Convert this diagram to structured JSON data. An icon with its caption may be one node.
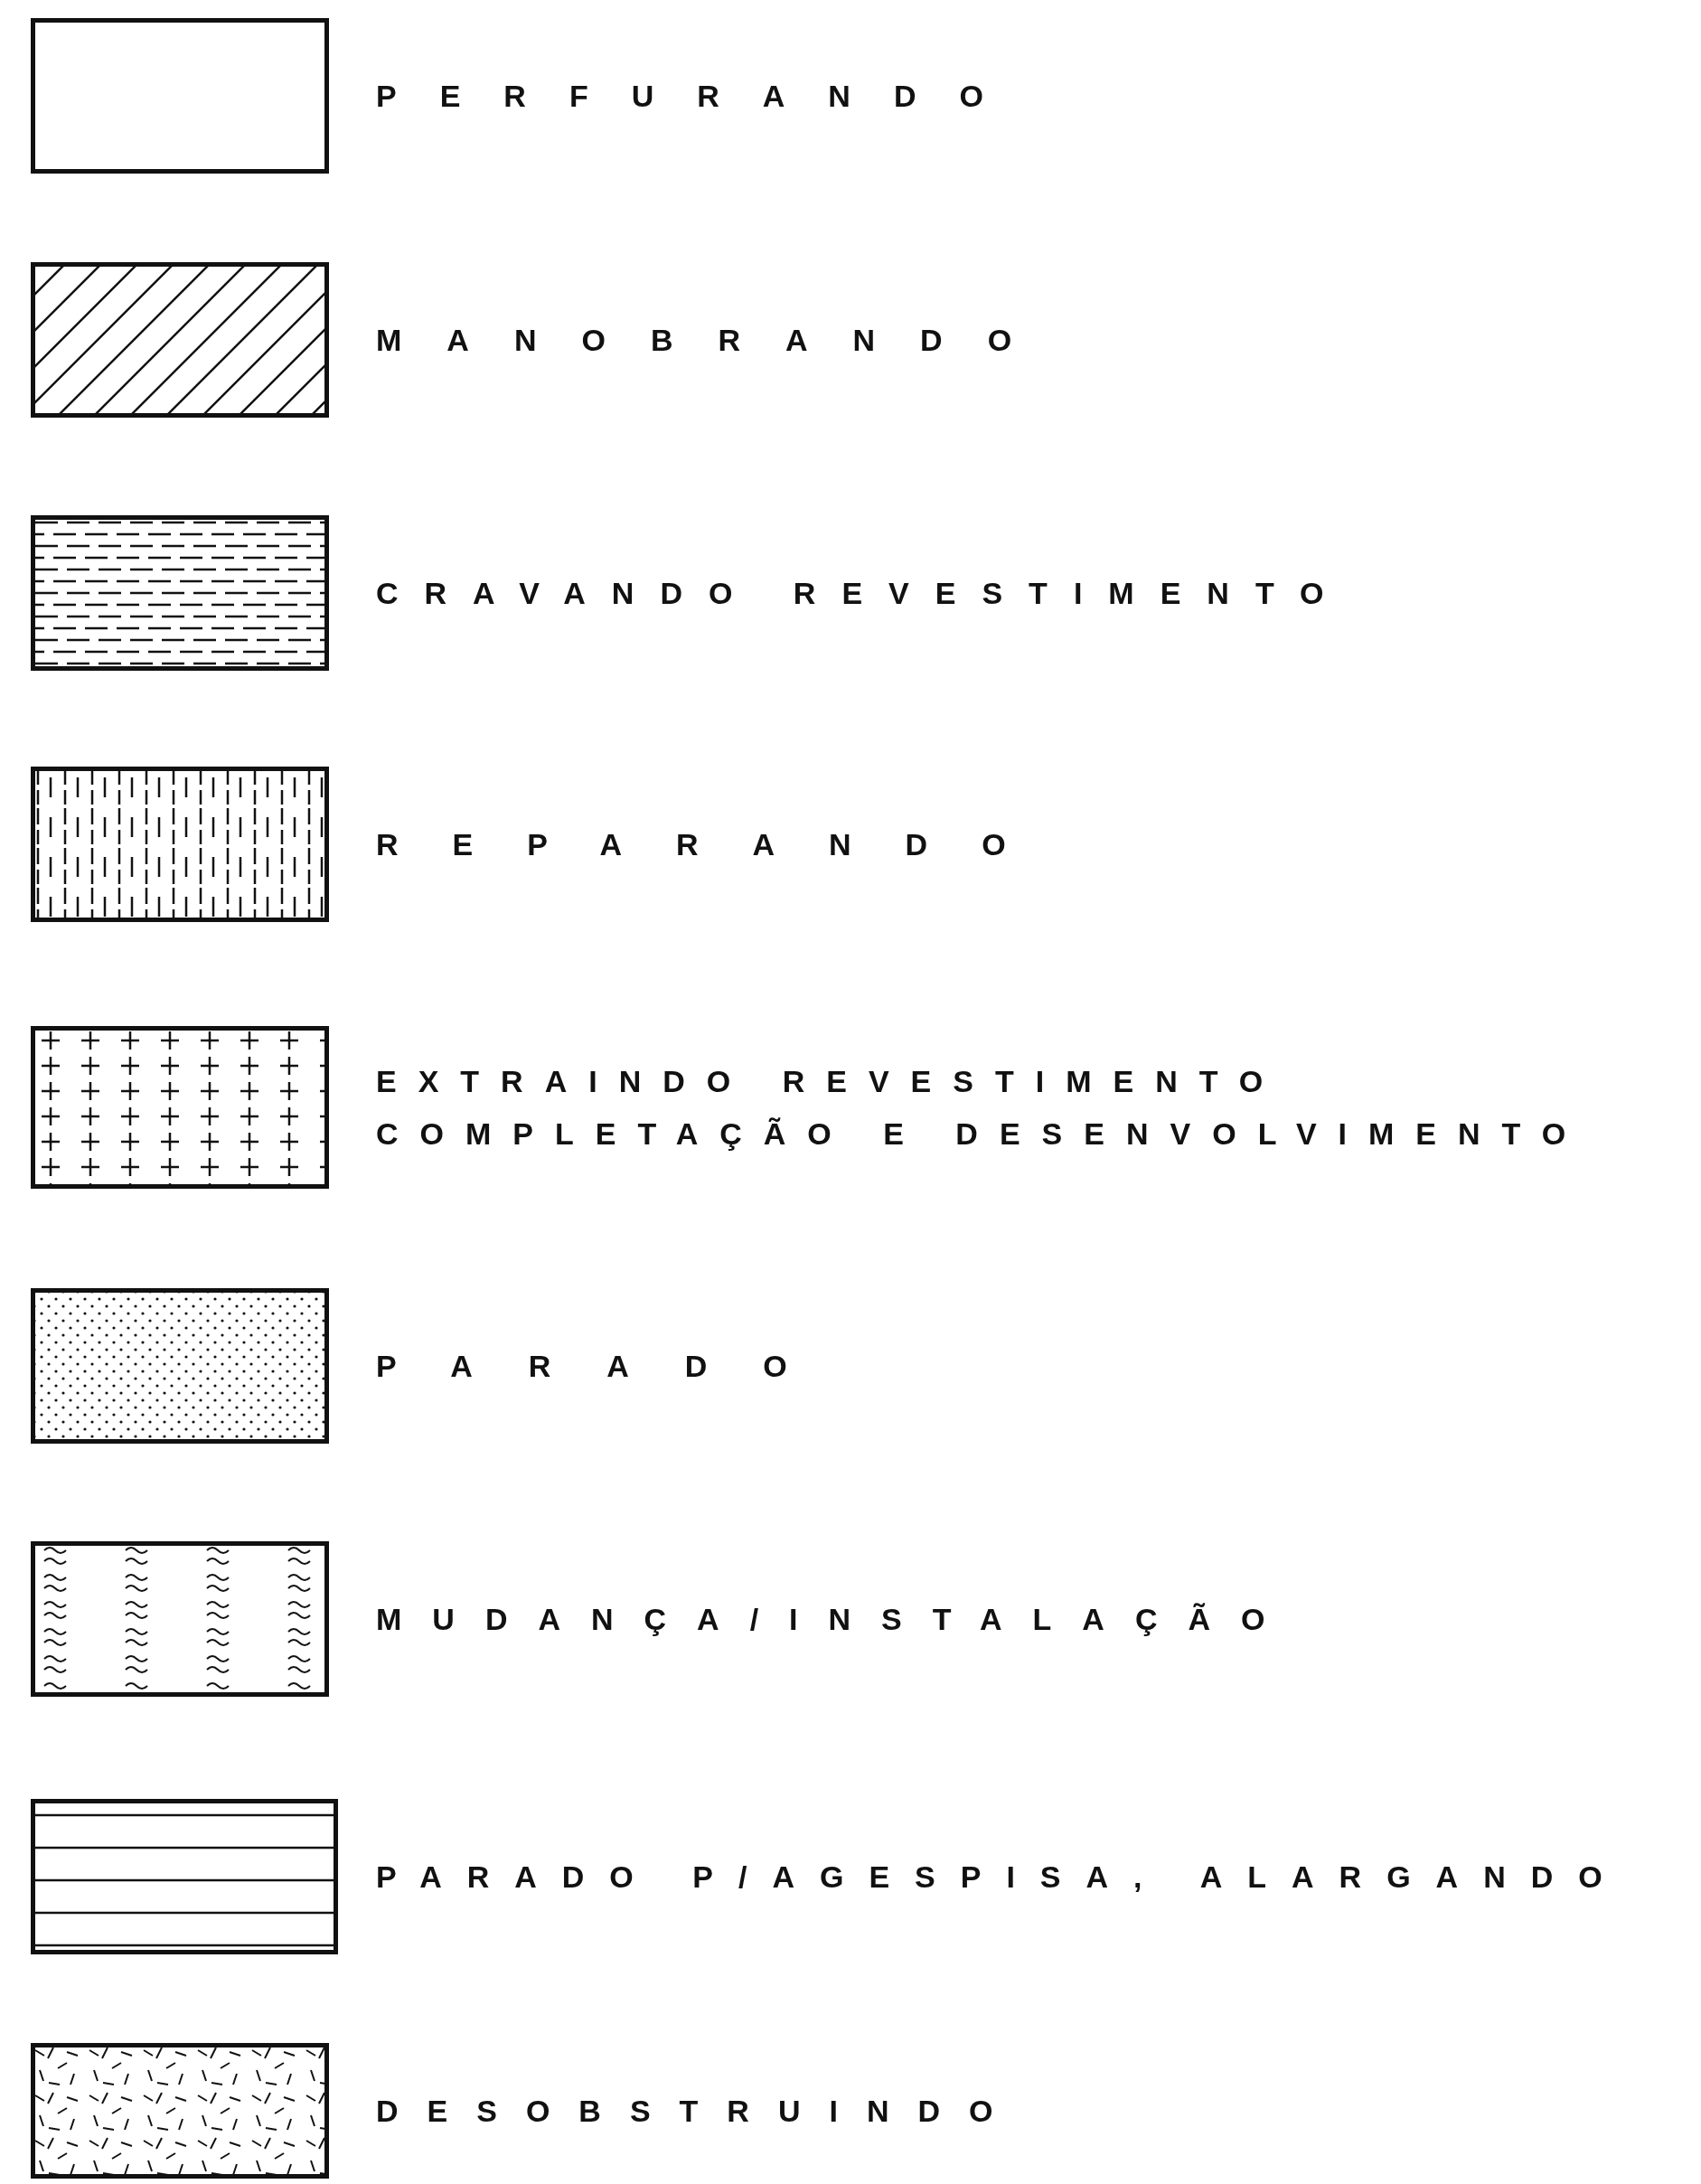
{
  "diagram": {
    "legend": [
      {
        "text": "PERFURANDO"
      },
      {
        "text": "MANOBRANDO"
      },
      {
        "text": "CRAVANDO REVESTIMENTO"
      },
      {
        "text": "REPARANDO"
      },
      {
        "text": "EXTRAINDO REVESTIMENTO COMPLETAÇÃO E DESENVOLVIMENTO"
      },
      {
        "text": "PARADO"
      },
      {
        "text": "MUDANÇA/INSTALAÇÃO"
      },
      {
        "text": "PARADO P/AGESPISA, ALARGANDO"
      },
      {
        "text": "DESOBSTRUINDO"
      }
    ]
  }
}
